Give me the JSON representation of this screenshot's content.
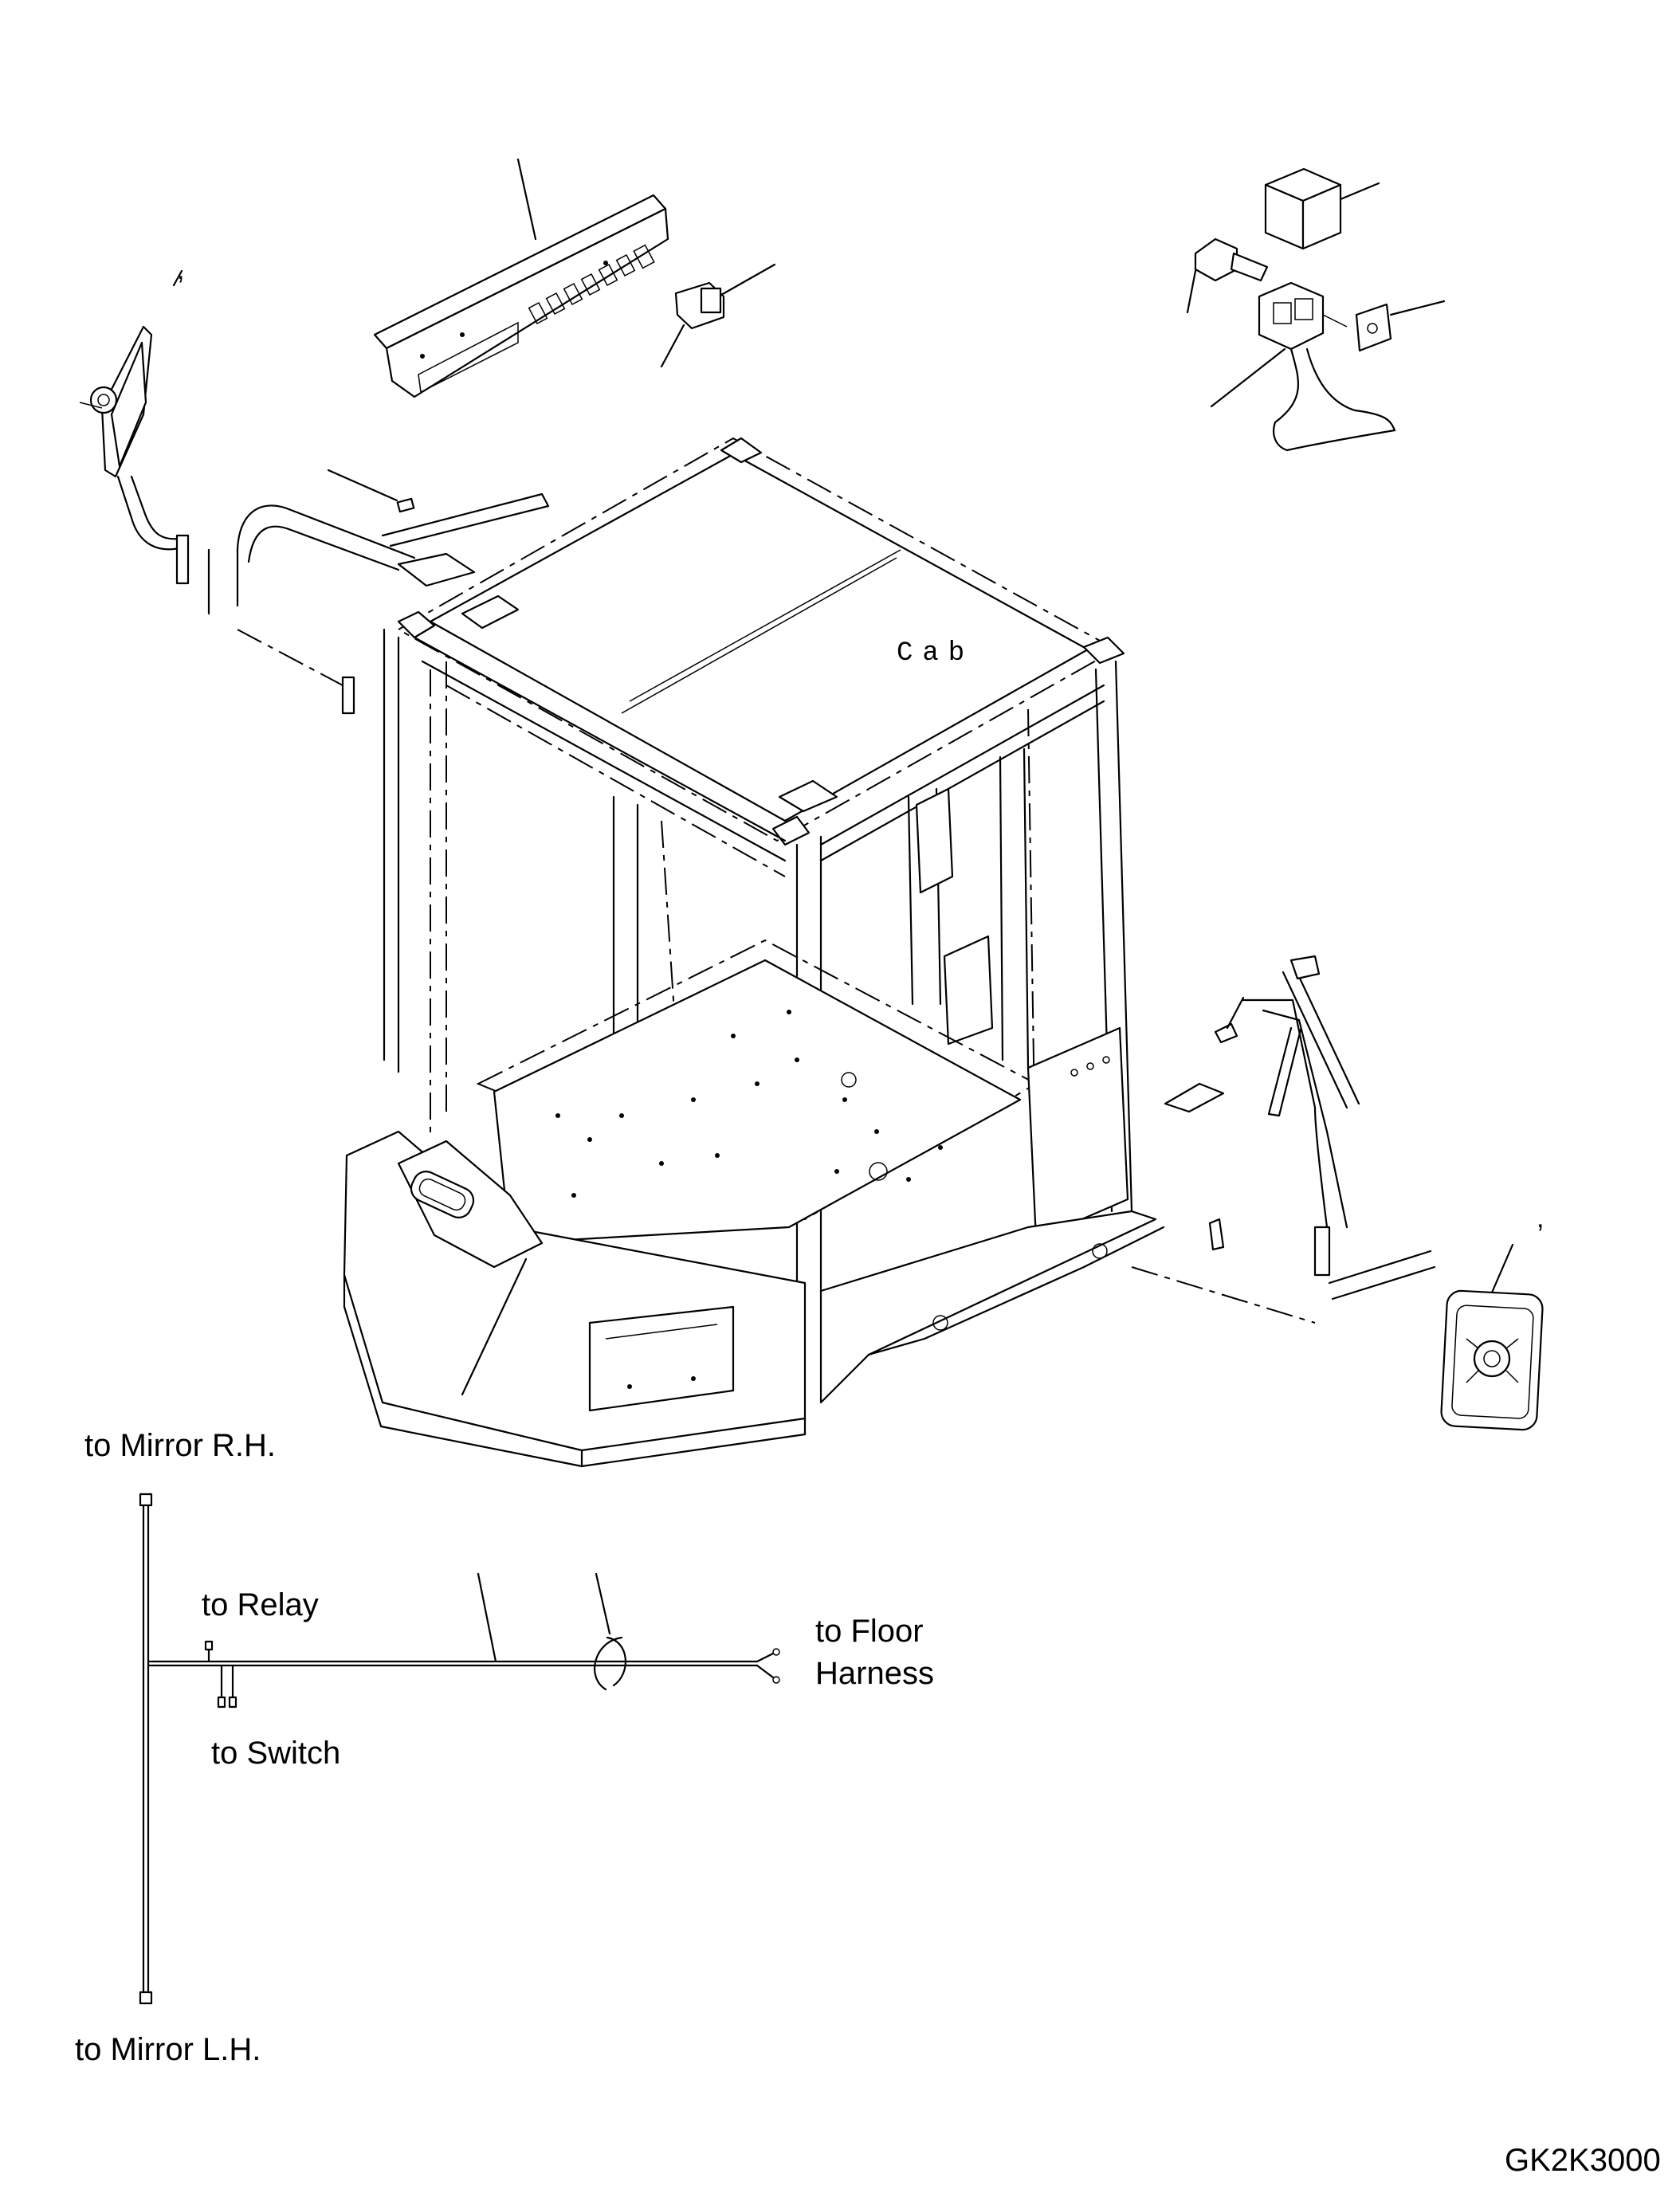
{
  "cab_label": "Cab",
  "mirror_tick": ",",
  "harness_labels": {
    "to_mirror_rh": "to Mirror R.H.",
    "to_relay": "to Relay",
    "to_floor_line1": "to Floor",
    "to_floor_line2": "Harness",
    "to_switch": "to Switch",
    "to_mirror_lh": "to Mirror L.H."
  },
  "drawing_number": "GK2K3000"
}
